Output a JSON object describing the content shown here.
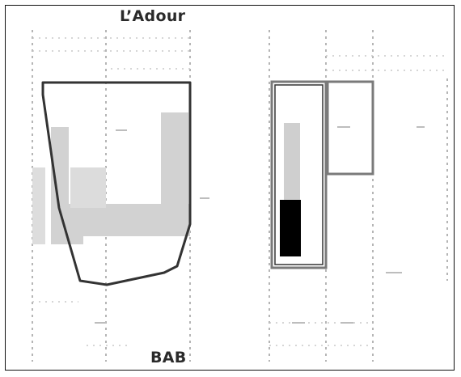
{
  "map": {
    "labels": {
      "north": "L’Adour",
      "south": "BAB"
    },
    "colors": {
      "text": "#2a2a2a",
      "frame": "#111111",
      "outline_dark": "#333333",
      "outline_gray": "#7a7a7a",
      "fill_gray": "#cfcfcf",
      "fill_black": "#000000",
      "grid_dotted": "#b5b5b5"
    },
    "icons": [
      "plan-outline",
      "zone-fill",
      "dotted-gridline"
    ]
  }
}
